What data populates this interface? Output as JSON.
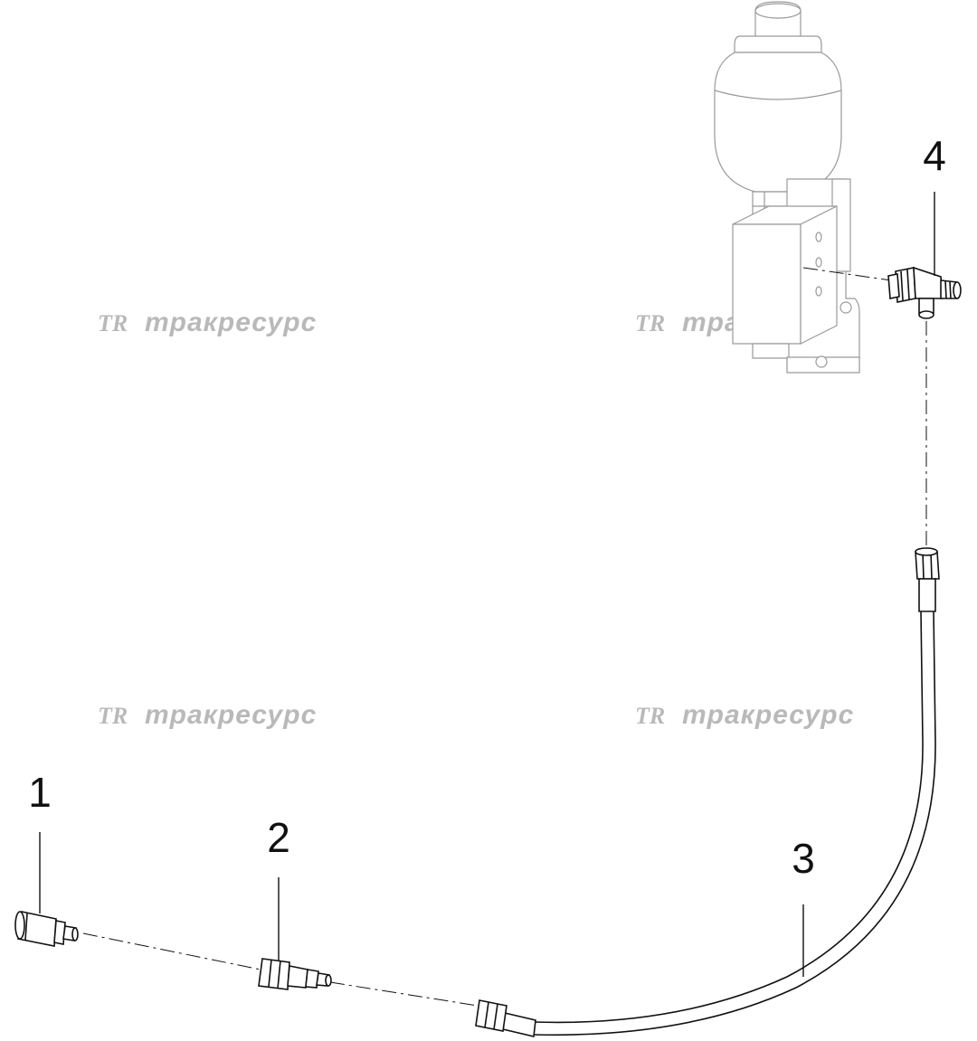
{
  "watermark": {
    "logo": "TR",
    "text": "тракресурс"
  },
  "callouts": [
    {
      "id": "1",
      "label": "1"
    },
    {
      "id": "2",
      "label": "2"
    },
    {
      "id": "3",
      "label": "3"
    },
    {
      "id": "4",
      "label": "4"
    }
  ],
  "colors": {
    "line": "#111111",
    "context_part": "#9a9a9a",
    "watermark": "#b9b9b9",
    "background": "#ffffff"
  }
}
